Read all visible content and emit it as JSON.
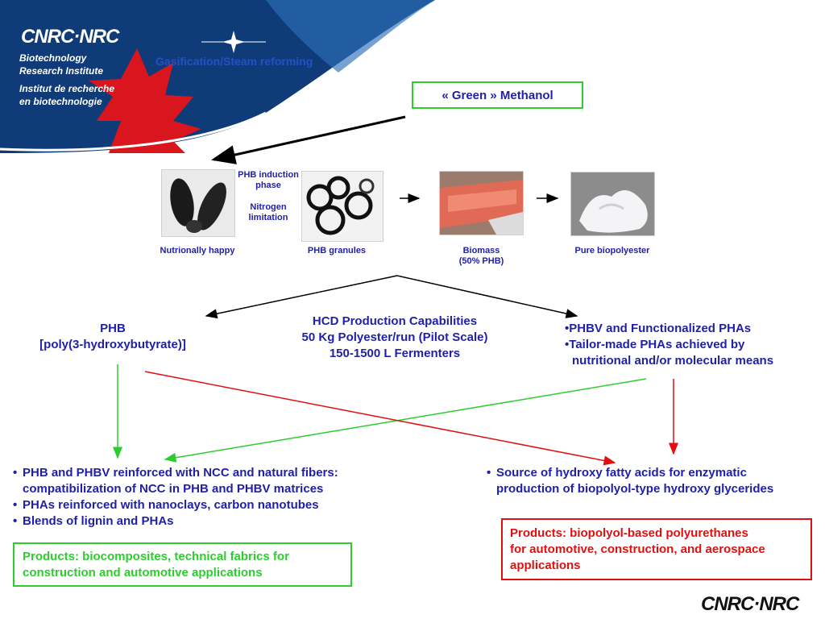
{
  "header": {
    "logo": "CNRC·NRC",
    "institute_en_line1": "Biotechnology",
    "institute_en_line2": "Research Institute",
    "institute_fr_line1": "Institut de recherche",
    "institute_fr_line2": "en biotechnologie",
    "overlay_title": "Gasification/Steam reforming"
  },
  "methanol_box": "« Green » Methanol",
  "process": {
    "induction_line1": "PHB induction",
    "induction_line2": "phase",
    "nitrogen_line1": "Nitrogen",
    "nitrogen_line2": "limitation",
    "label_happy": "Nutrionally happy",
    "label_granules": "PHB granules",
    "label_biomass_line1": "Biomass",
    "label_biomass_line2": "(50% PHB)",
    "label_pure": "Pure biopolyester"
  },
  "phb": {
    "line1": "PHB",
    "line2": "[poly(3-hydroxybutyrate)]"
  },
  "hcd": {
    "line1": "HCD Production Capabilities",
    "line2": "50 Kg Polyester/run (Pilot Scale)",
    "line3": "150-1500 L Fermenters"
  },
  "phbv": {
    "item1": "PHBV and Functionalized PHAs",
    "item2_line1": "Tailor-made PHAs achieved by",
    "item2_line2": "nutritional and/or molecular means"
  },
  "left_bullets": {
    "item1_line1": "PHB and PHBV reinforced with NCC and natural fibers:",
    "item1_line2": "compatibilization of NCC in PHB and PHBV matrices",
    "item2": "PHAs reinforced with nanoclays, carbon nanotubes",
    "item3": "Blends of lignin and PHAs"
  },
  "right_bullets": {
    "item1_line1": "Source of hydroxy fatty acids for enzymatic",
    "item1_line2": "production of biopolyol-type hydroxy glycerides"
  },
  "products_green": {
    "line1": "Products: biocomposites, technical fabrics for",
    "line2": "construction and automotive applications"
  },
  "products_red": {
    "line1": "Products: biopolyol-based polyurethanes",
    "line2": "for automotive, construction, and aerospace",
    "line3": "applications"
  },
  "footer_logo": "CNRC·NRC",
  "colors": {
    "text_blue": "#1f1fa8",
    "green": "#2ecc2e",
    "red": "#e01010",
    "banner_blue": "#0f3c78",
    "maple_red": "#d9161d"
  }
}
